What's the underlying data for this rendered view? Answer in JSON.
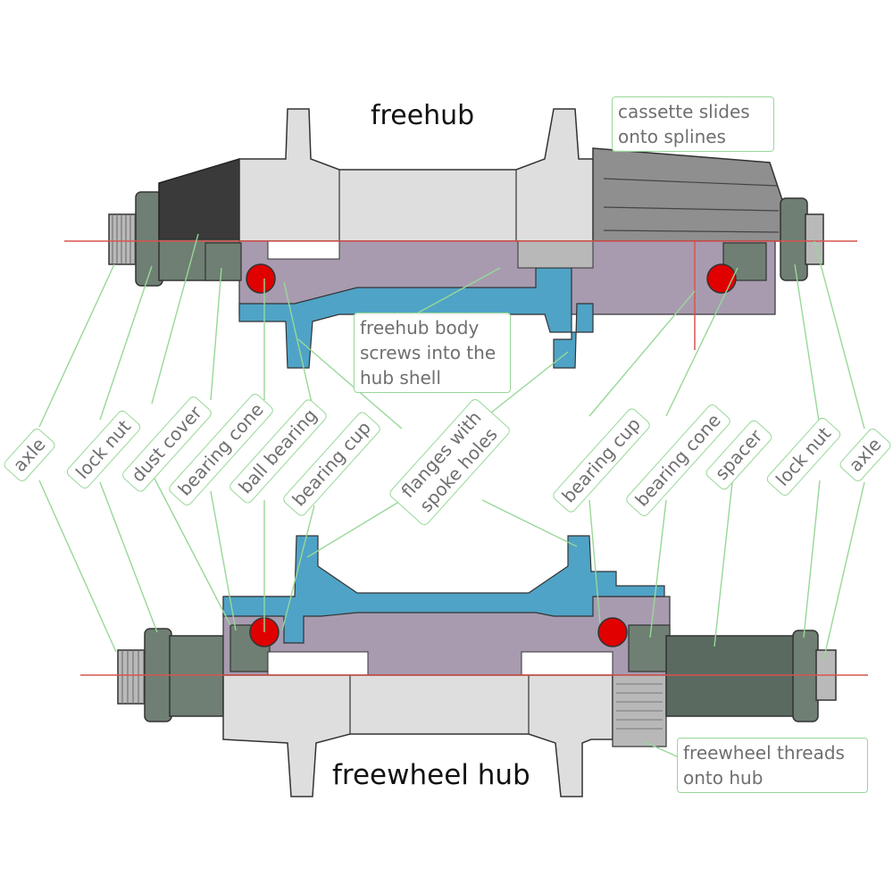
{
  "titles": {
    "freehub": "freehub",
    "freewheel_hub": "freewheel hub"
  },
  "callouts": {
    "cassette": [
      "cassette slides",
      "onto splines"
    ],
    "freehub_body": [
      "freehub body",
      "screws into the",
      "hub shell"
    ],
    "flanges": [
      "flanges with",
      "spoke holes"
    ],
    "freewheel_threads": [
      "freewheel threads",
      "onto hub"
    ]
  },
  "rotated_labels": [
    "axle",
    "lock nut",
    "dust cover",
    "bearing cone",
    "ball bearing",
    "bearing cup",
    "bearing cup",
    "bearing cone",
    "spacer",
    "lock nut",
    "axle"
  ],
  "colors": {
    "leader": "#98d898",
    "axis_line": "#d9534f",
    "ball": "#e00000",
    "shell": "#dedede",
    "cup_blue": "#4fa3c6",
    "cone_purple": "#a89bb0",
    "nut_green": "#6f7f73",
    "freehub_grey": "#8f8f8f",
    "dust_cover": "#3a3a3a"
  }
}
